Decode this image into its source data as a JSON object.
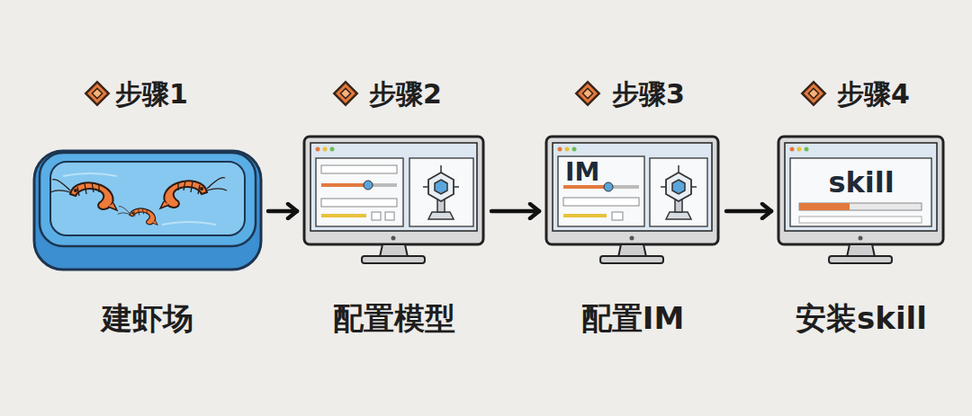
{
  "diagram": {
    "nodes": [
      {
        "text": [
          "步骤1",
          "建虾场"
        ]
      },
      {
        "text": [
          "步骤2",
          "配置模型"
        ]
      },
      {
        "text": [
          "步骤3",
          "IM",
          "配置IM"
        ]
      },
      {
        "text": [
          "步骤4",
          "skill",
          "安装skill"
        ]
      }
    ],
    "edges": [
      {
        "from": 0,
        "to": 1,
        "arrow": "to"
      },
      {
        "from": 1,
        "to": 2,
        "arrow": "to"
      },
      {
        "from": 2,
        "to": 3,
        "arrow": "to"
      }
    ]
  }
}
